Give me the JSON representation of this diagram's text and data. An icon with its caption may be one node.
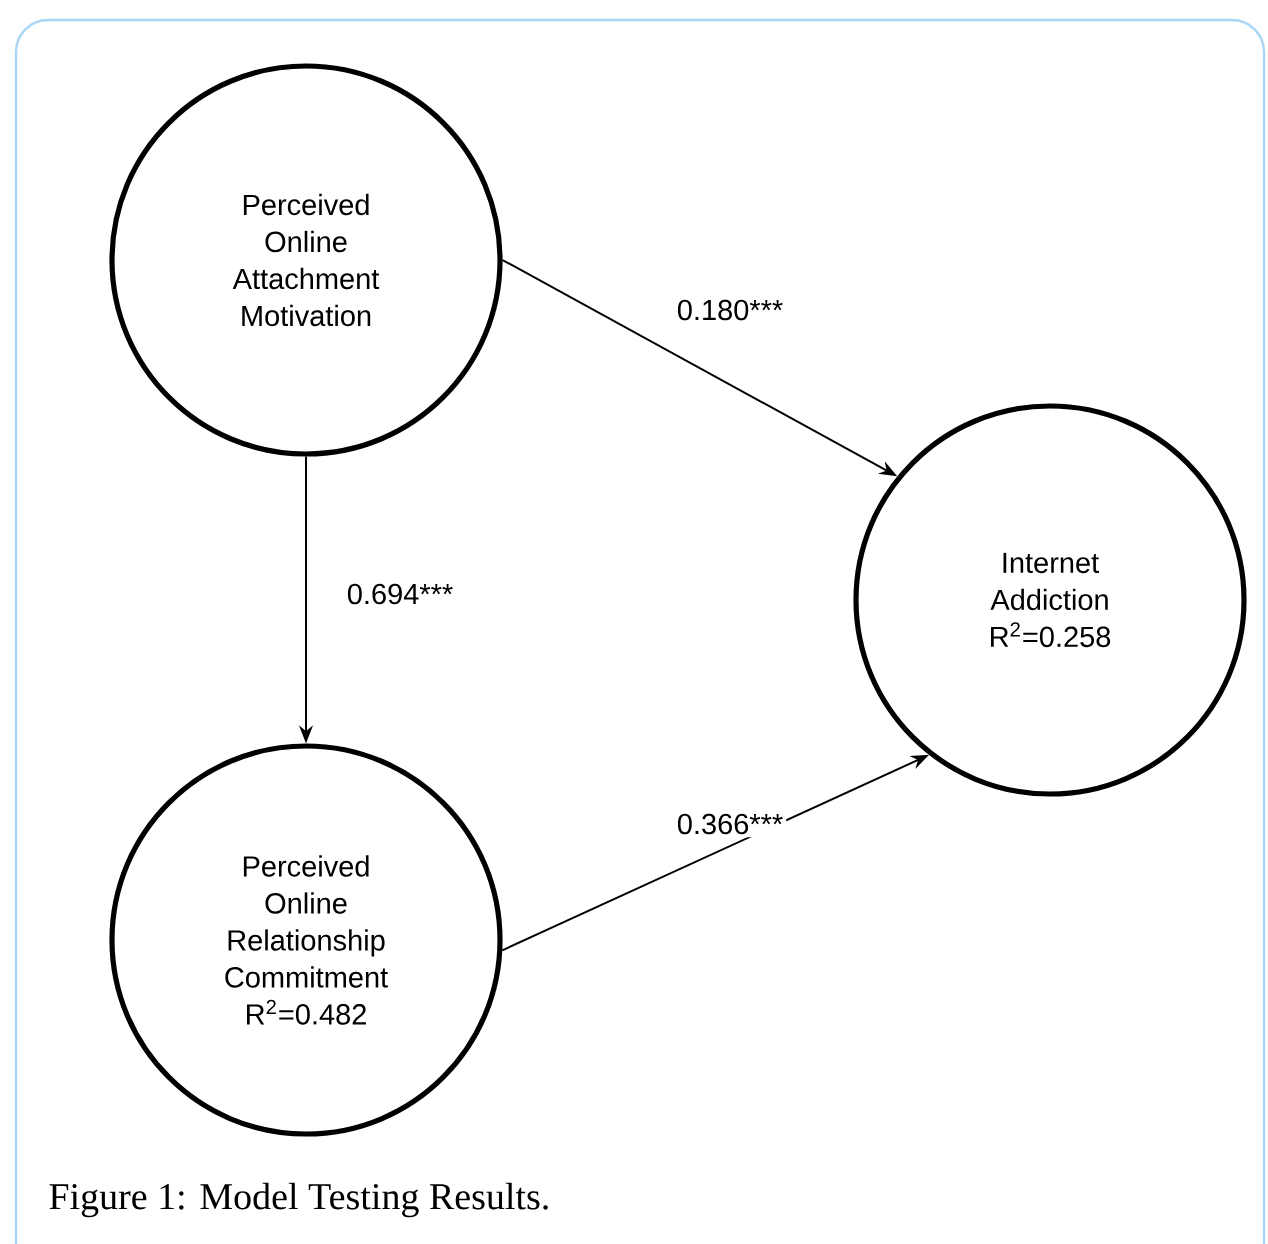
{
  "diagram": {
    "caption": "Figure 1: Model Testing Results.",
    "nodes": [
      {
        "text": [
          "Perceived Online Attachment Motivation"
        ]
      },
      {
        "text": [
          "Internet Addiction",
          "R$^{2}$=0.258"
        ]
      },
      {
        "text": [
          "Perceived Online Relationship Commitment",
          "R$^{2}$=0.482"
        ]
      }
    ],
    "edges": [
      {
        "from": 0,
        "to": 1,
        "arrow": "to",
        "label": "0.180***"
      },
      {
        "from": 0,
        "to": 2,
        "arrow": "to",
        "label": "0.694***"
      },
      {
        "from": 2,
        "to": 1,
        "arrow": "to",
        "label": "0.366***"
      }
    ]
  }
}
